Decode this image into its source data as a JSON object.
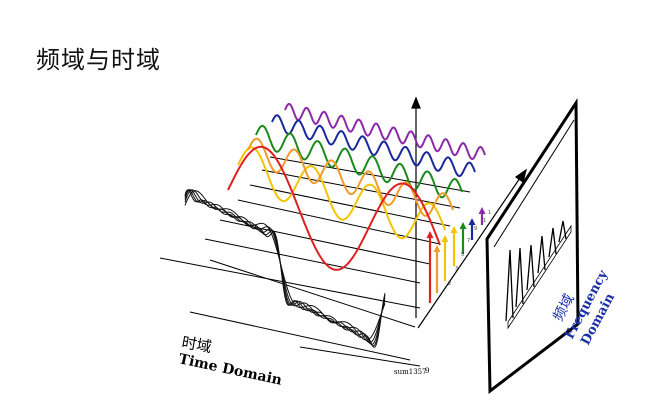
{
  "title": "频域与时域",
  "time_label_cn": "时域",
  "time_label_en": "Time Domain",
  "sum_label": "sum1357",
  "sum_label_overlay": "9",
  "freq_label_cn": "频域",
  "freq_label_line1": "Frequency",
  "freq_label_line2": "Domain",
  "tick_labels": [
    "2",
    "3",
    "5",
    "7",
    "9",
    "1",
    "1"
  ],
  "sine_colors": [
    "#e02020",
    "#f5c400",
    "#f29a2a",
    "#1c8a1c",
    "#1a2a9a",
    "#8a2aa8"
  ],
  "spectrum_color": "#000000"
}
